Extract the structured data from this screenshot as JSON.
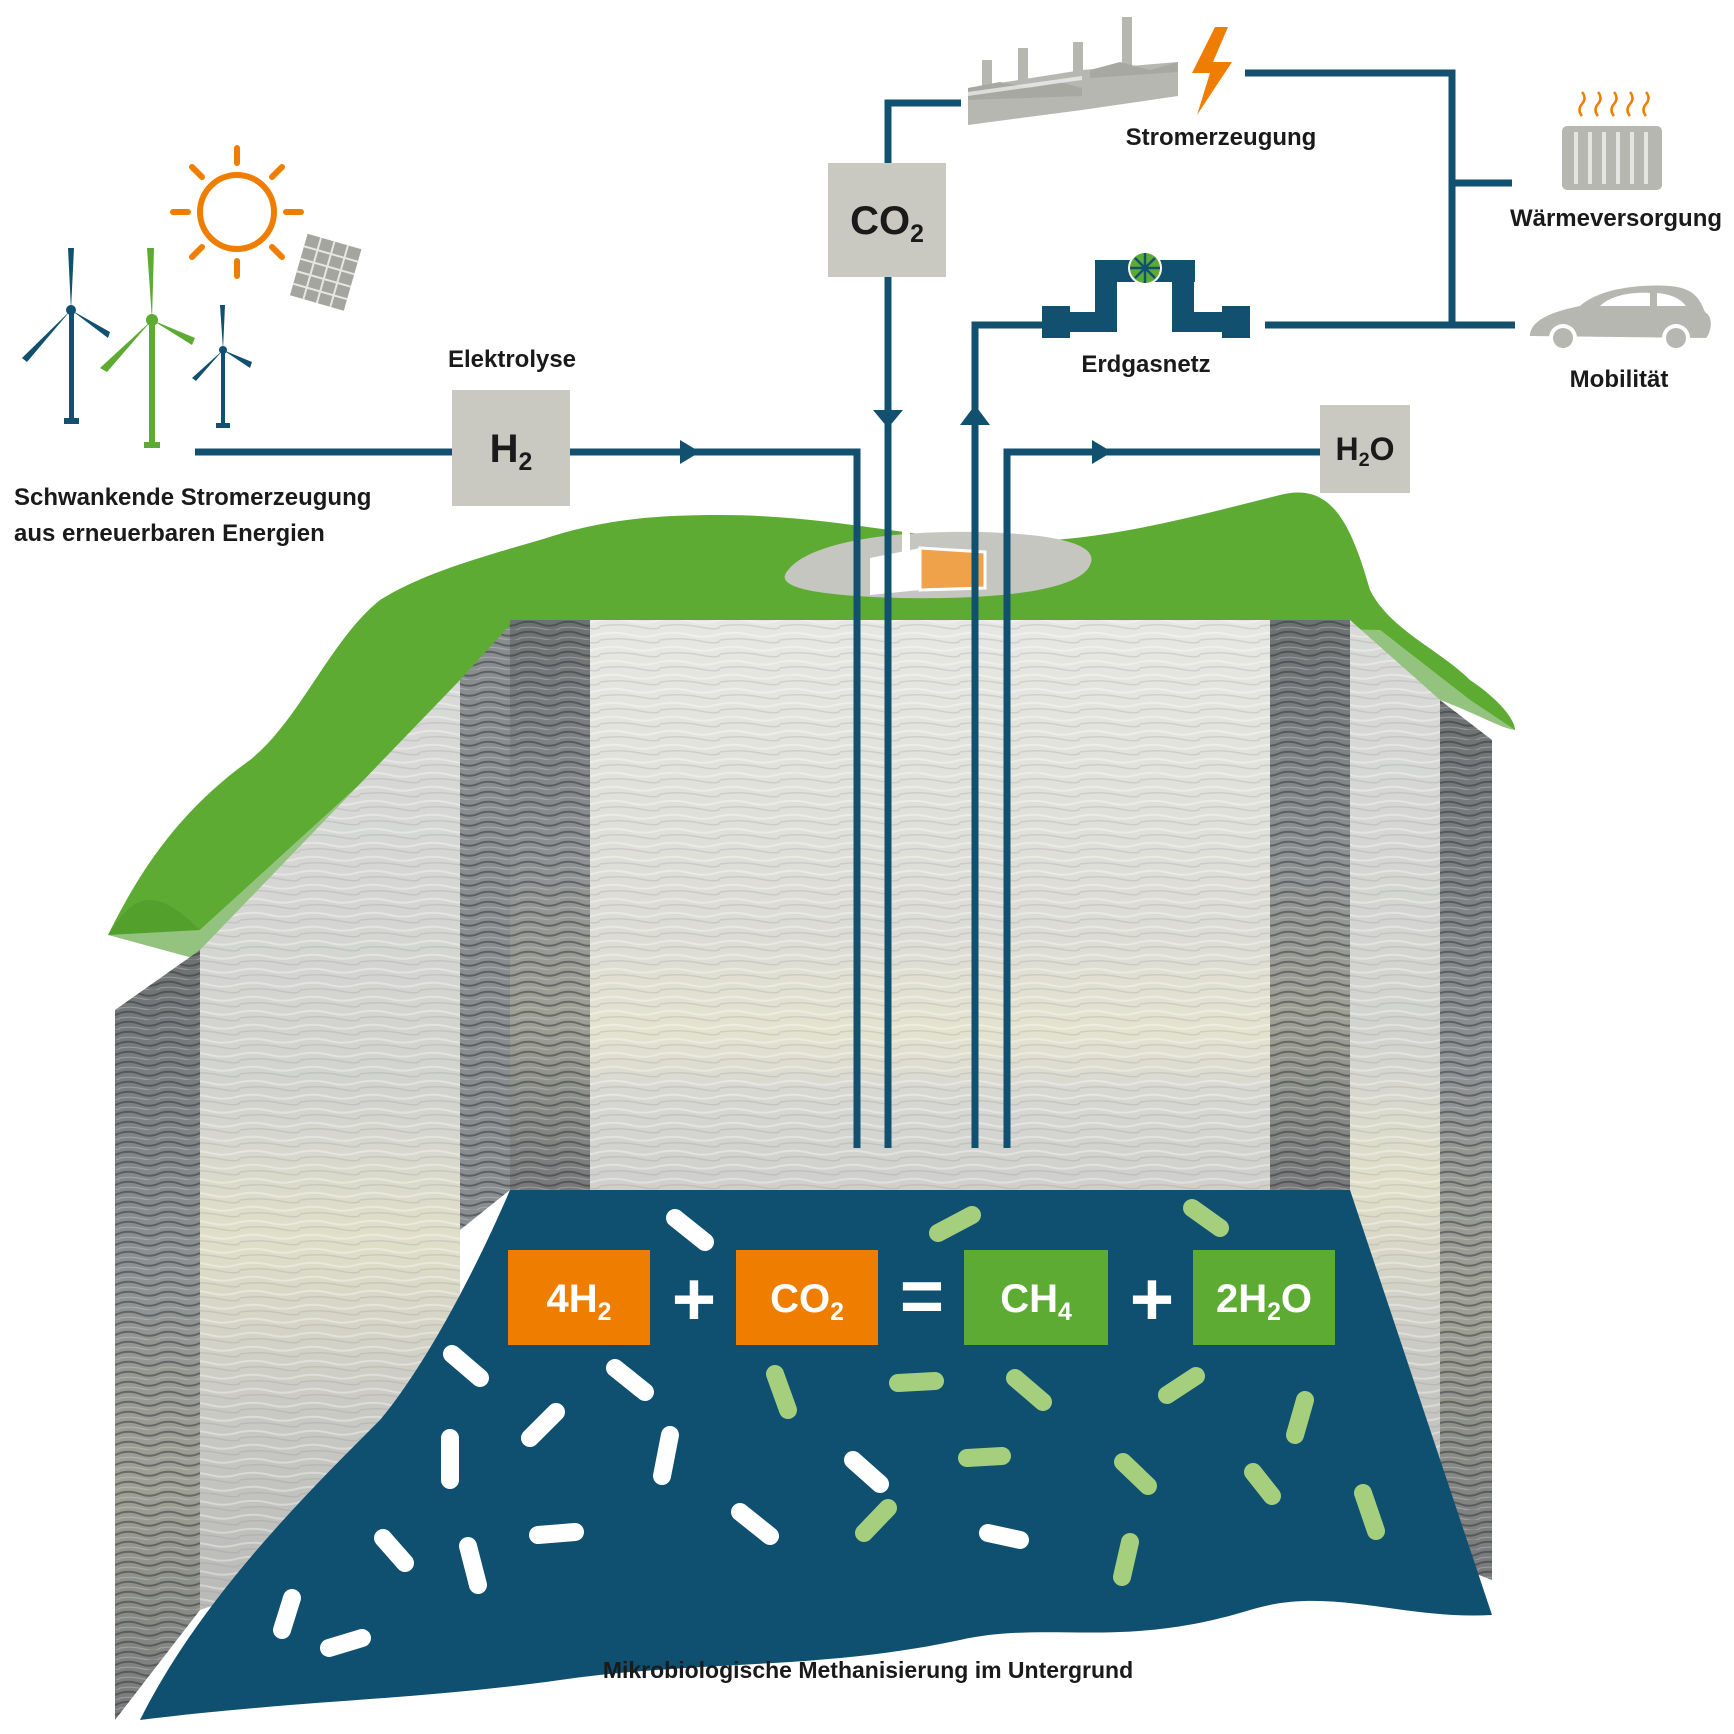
{
  "colors": {
    "pipe": "#11506f",
    "grass": "#5eab33",
    "pool": "#0f4f6f",
    "orange": "#ee7d00",
    "green_box": "#5eab33",
    "gray_box": "#c9c9c1",
    "icon_gray": "#b7b7b2",
    "microbe_light": "#a6cf7d",
    "microbe_white": "#ffffff"
  },
  "labels": {
    "source": [
      "Schwankende Stromerzeugung",
      "aus erneuerbaren Energien"
    ],
    "electrolysis": "Elektrolyse",
    "power": "Stromerzeugung",
    "heat": "Wärmeversorgung",
    "gas_grid": "Erdgasnetz",
    "mobility": "Mobilität",
    "caption": "Mikrobiologische Methanisierung im Untergrund"
  },
  "boxes": {
    "h2": {
      "main": "H",
      "sub": "2"
    },
    "co2": {
      "main": "CO",
      "sub": "2"
    },
    "h2o": {
      "pre": "H",
      "sub": "2",
      "post": "O"
    }
  },
  "equation": {
    "term1": {
      "main": "4H",
      "sub": "2"
    },
    "plus1": "+",
    "term2": {
      "main": "CO",
      "sub": "2"
    },
    "equals": "=",
    "term3": {
      "main": "CH",
      "sub": "4"
    },
    "plus2": "+",
    "term4": {
      "pre": "2H",
      "sub": "2",
      "post": "O"
    }
  },
  "icons": [
    "wind-turbine-icon",
    "sun-icon",
    "solar-panel-icon",
    "factory-icon",
    "lightning-icon",
    "radiator-icon",
    "car-icon",
    "gas-pipeline-icon",
    "wellhead-icon"
  ]
}
